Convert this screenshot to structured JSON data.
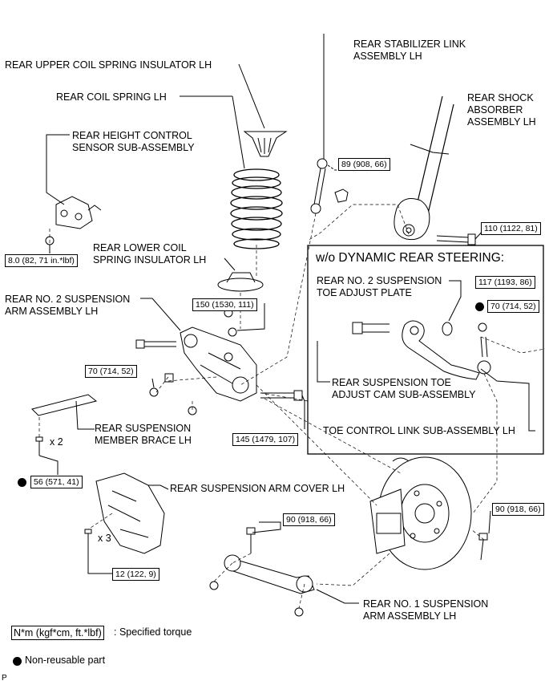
{
  "labels": {
    "upper_insulator": "REAR UPPER COIL SPRING INSULATOR LH",
    "coil_spring": "REAR COIL SPRING LH",
    "height_sensor": [
      "REAR HEIGHT CONTROL",
      "SENSOR SUB-ASSEMBLY"
    ],
    "lower_insulator": [
      "REAR LOWER COIL",
      "SPRING INSULATOR LH"
    ],
    "no2_arm": [
      "REAR NO. 2 SUSPENSION",
      "ARM ASSEMBLY LH"
    ],
    "member_brace": [
      "REAR SUSPENSION",
      "MEMBER BRACE LH"
    ],
    "arm_cover": "REAR SUSPENSION ARM COVER LH",
    "stabilizer_link": [
      "REAR STABILIZER LINK",
      "ASSEMBLY LH"
    ],
    "shock_absorber": [
      "REAR SHOCK",
      "ABSORBER",
      "ASSEMBLY LH"
    ],
    "toe_plate": [
      "REAR NO. 2 SUSPENSION",
      "TOE ADJUST PLATE"
    ],
    "toe_cam": [
      "REAR SUSPENSION TOE",
      "ADJUST CAM SUB-ASSEMBLY"
    ],
    "toe_link": "TOE CONTROL LINK SUB-ASSEMBLY LH",
    "no1_arm": [
      "REAR NO. 1 SUSPENSION",
      "ARM ASSEMBLY LH"
    ]
  },
  "inset_title": "w/o DYNAMIC REAR STEERING:",
  "torques": {
    "t_8": "8.0 (82, 71 in.*lbf)",
    "t_89": "89 (908, 66)",
    "t_110": "110 (1122, 81)",
    "t_150": "150 (1530, 111)",
    "t_117": "117 (1193, 86)",
    "t_70a": "70 (714, 52)",
    "t_70b": "70 (714, 52)",
    "t_145": "145 (1479, 107)",
    "t_56": "56 (571, 41)",
    "t_90a": "90 (918, 66)",
    "t_90b": "90 (918, 66)",
    "t_12": "12 (122, 9)"
  },
  "multipliers": {
    "x2": "x 2",
    "x3": "x 3"
  },
  "legend": {
    "unit": "N*m (kgf*cm, ft.*lbf)",
    "unit_desc": ": Specified torque",
    "non_reusable": "Non-reusable part"
  },
  "corner_code": "P"
}
